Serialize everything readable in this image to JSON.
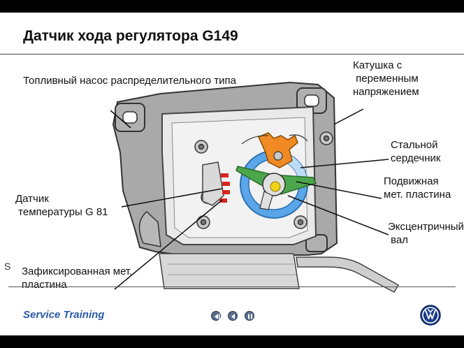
{
  "title": "Датчик хода регулятора G149",
  "labels": {
    "pump": "Топливный насос распределительного типа",
    "coil": "Катушка с\n переменным\nнапряжением",
    "core": "Стальной\nсердечник",
    "moving_plate": "Подвижная\nмет. пластина",
    "temp_sensor": "Датчик\n температуры G 81",
    "eccentric_shaft": "Эксцентричный\n вал",
    "fixed_plate": "Зафиксированная мет.\nпластина"
  },
  "stray_glyph": "S",
  "footer": {
    "service_training": "Service Training"
  },
  "nav": {
    "first": "first-slide-icon",
    "prev": "previous-slide-icon",
    "pause": "pause-icon"
  },
  "colors": {
    "title_rule": "#444444",
    "footer_text": "#2a5aa8",
    "coil_orange": "#f08a24",
    "core_blue": "#3a8fd9",
    "moving_plate_green": "#4ca64c",
    "temp_sensor_red": "#d7261e",
    "housing_gray": "#9a9a9a"
  }
}
